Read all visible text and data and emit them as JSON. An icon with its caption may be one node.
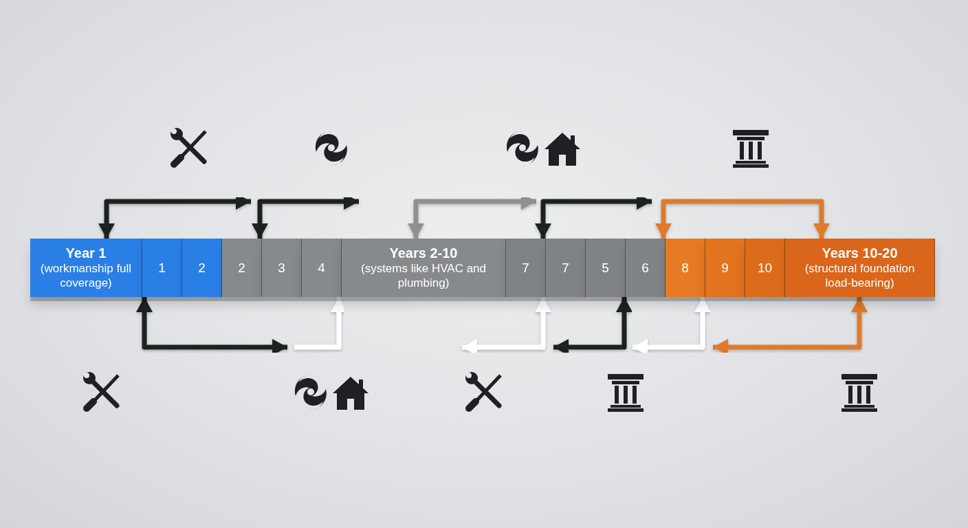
{
  "diagram": {
    "nodes": [
      {
        "text": [
          "Year 1",
          "(workmanship full coverage)"
        ]
      },
      {
        "text": [
          "1"
        ]
      },
      {
        "text": [
          "2"
        ]
      },
      {
        "text": [
          "2"
        ]
      },
      {
        "text": [
          "3"
        ]
      },
      {
        "text": [
          "4"
        ]
      },
      {
        "text": [
          "Years 2-10",
          "(systems like HVAC and plumbing)"
        ]
      },
      {
        "text": [
          "7"
        ]
      },
      {
        "text": [
          "7"
        ]
      },
      {
        "text": [
          "5"
        ]
      },
      {
        "text": [
          "6"
        ]
      },
      {
        "text": [
          "8"
        ]
      },
      {
        "text": [
          "9"
        ]
      },
      {
        "text": [
          "10"
        ]
      },
      {
        "text": [
          "Years 10-20",
          "(structural foundation load-bearing)"
        ]
      }
    ],
    "edges": [
      {
        "from": 0,
        "to": null,
        "arrow": "both"
      },
      {
        "from": 3,
        "to": null,
        "arrow": "both"
      },
      {
        "from": 6,
        "to": null,
        "arrow": "both",
        "color": "#8e9194"
      },
      {
        "from": 7,
        "to": null,
        "arrow": "both"
      },
      {
        "from": 10,
        "to": 14,
        "arrow": "both",
        "color": "#e07a2a"
      },
      {
        "from": 1,
        "to": null,
        "arrow": "both"
      },
      {
        "from": null,
        "to": 5,
        "arrow": "to",
        "color": "#ffffff"
      },
      {
        "from": 7,
        "to": null,
        "arrow": "both",
        "color": "#ffffff"
      },
      {
        "from": 9,
        "to": null,
        "arrow": "both"
      },
      {
        "from": 11,
        "to": null,
        "arrow": "both",
        "color": "#ffffff"
      },
      {
        "from": 14,
        "to": null,
        "arrow": "both",
        "color": "#e07a2a"
      }
    ]
  }
}
